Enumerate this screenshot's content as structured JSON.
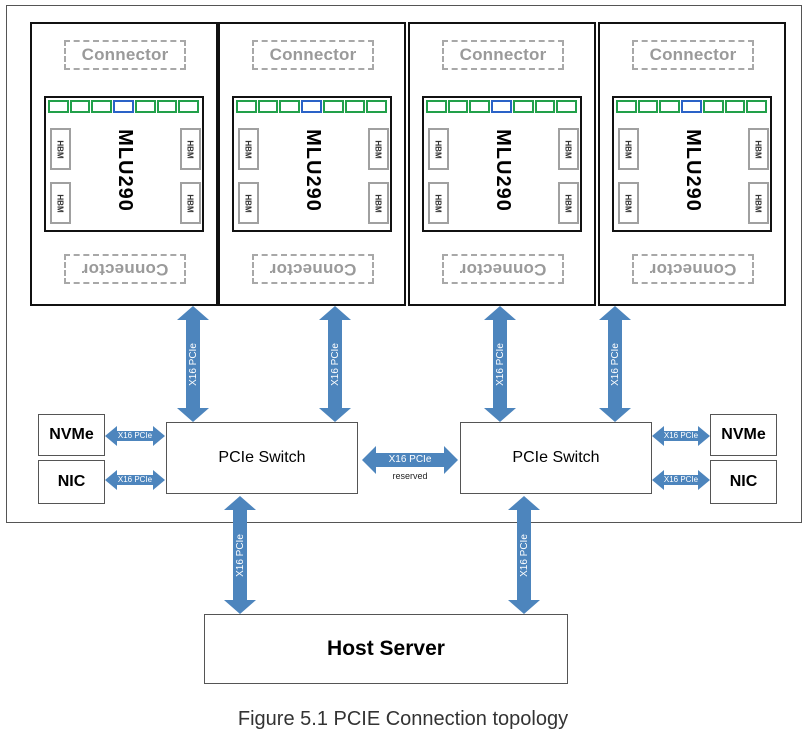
{
  "diagram": {
    "cards": [
      {
        "connector_top": "Connector",
        "connector_bottom": "Connector",
        "chip": "MLU290",
        "hbm": "HBM"
      },
      {
        "connector_top": "Connector",
        "connector_bottom": "Connector",
        "chip": "MLU290",
        "hbm": "HBM"
      },
      {
        "connector_top": "Connector",
        "connector_bottom": "Connector",
        "chip": "MLU290",
        "hbm": "HBM"
      },
      {
        "connector_top": "Connector",
        "connector_bottom": "Connector",
        "chip": "MLU290",
        "hbm": "HBM"
      }
    ],
    "link_label": "X16 PCIe",
    "reserved_label": "reserved",
    "switch_left": "PCIe Switch",
    "switch_right": "PCIe Switch",
    "nvme_left": "NVMe",
    "nic_left": "NIC",
    "nvme_right": "NVMe",
    "nic_right": "NIC",
    "host": "Host Server"
  },
  "caption": "Figure 5.1 PCIE Connection topology",
  "colors": {
    "arrow": "#4d85bd",
    "pin_green": "#22a04a",
    "pin_blue": "#2a62c7"
  }
}
